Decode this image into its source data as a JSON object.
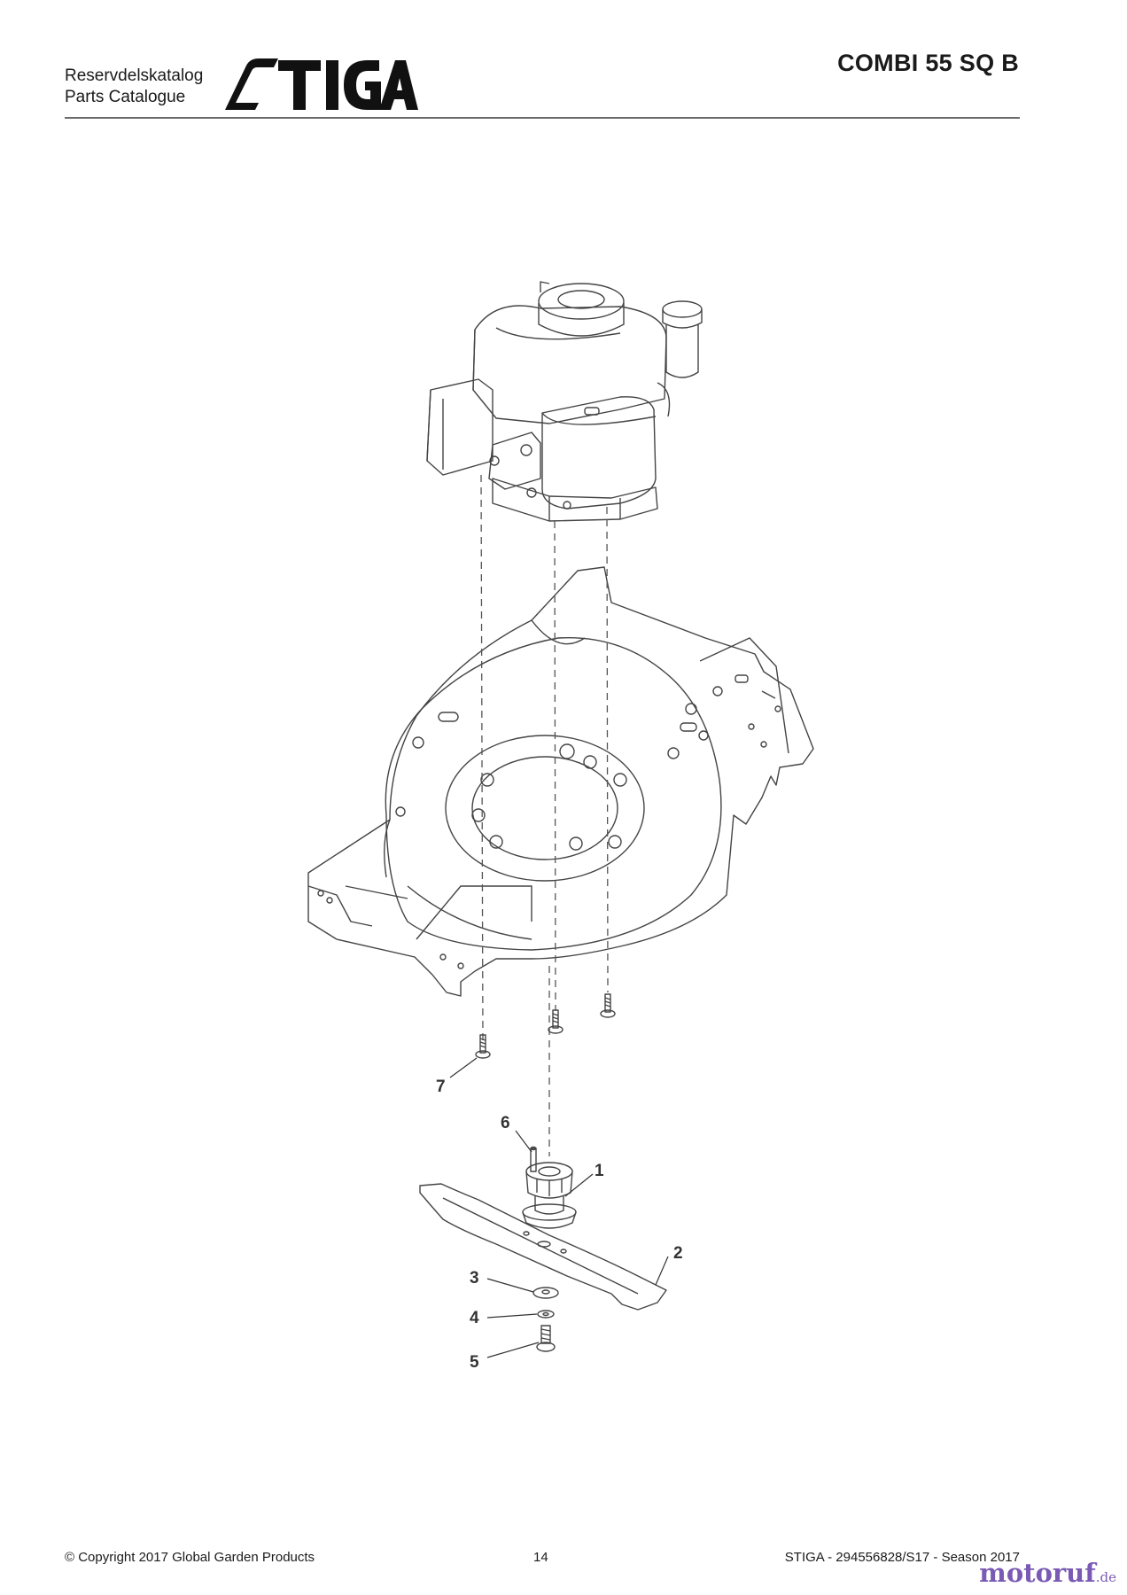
{
  "header": {
    "line1": "Reservdelskatalog",
    "line2": "Parts Catalogue",
    "brand": "STIGA",
    "model": "COMBI 55 SQ B"
  },
  "callouts": [
    "1",
    "2",
    "3",
    "4",
    "5",
    "6",
    "7"
  ],
  "footer": {
    "copyright": "© Copyright 2017 Global Garden Products",
    "page": "14",
    "reference": "STIGA - 294556828/S17 - Season 2017"
  },
  "watermark": {
    "name": "motoruf",
    "tld": ".de"
  }
}
